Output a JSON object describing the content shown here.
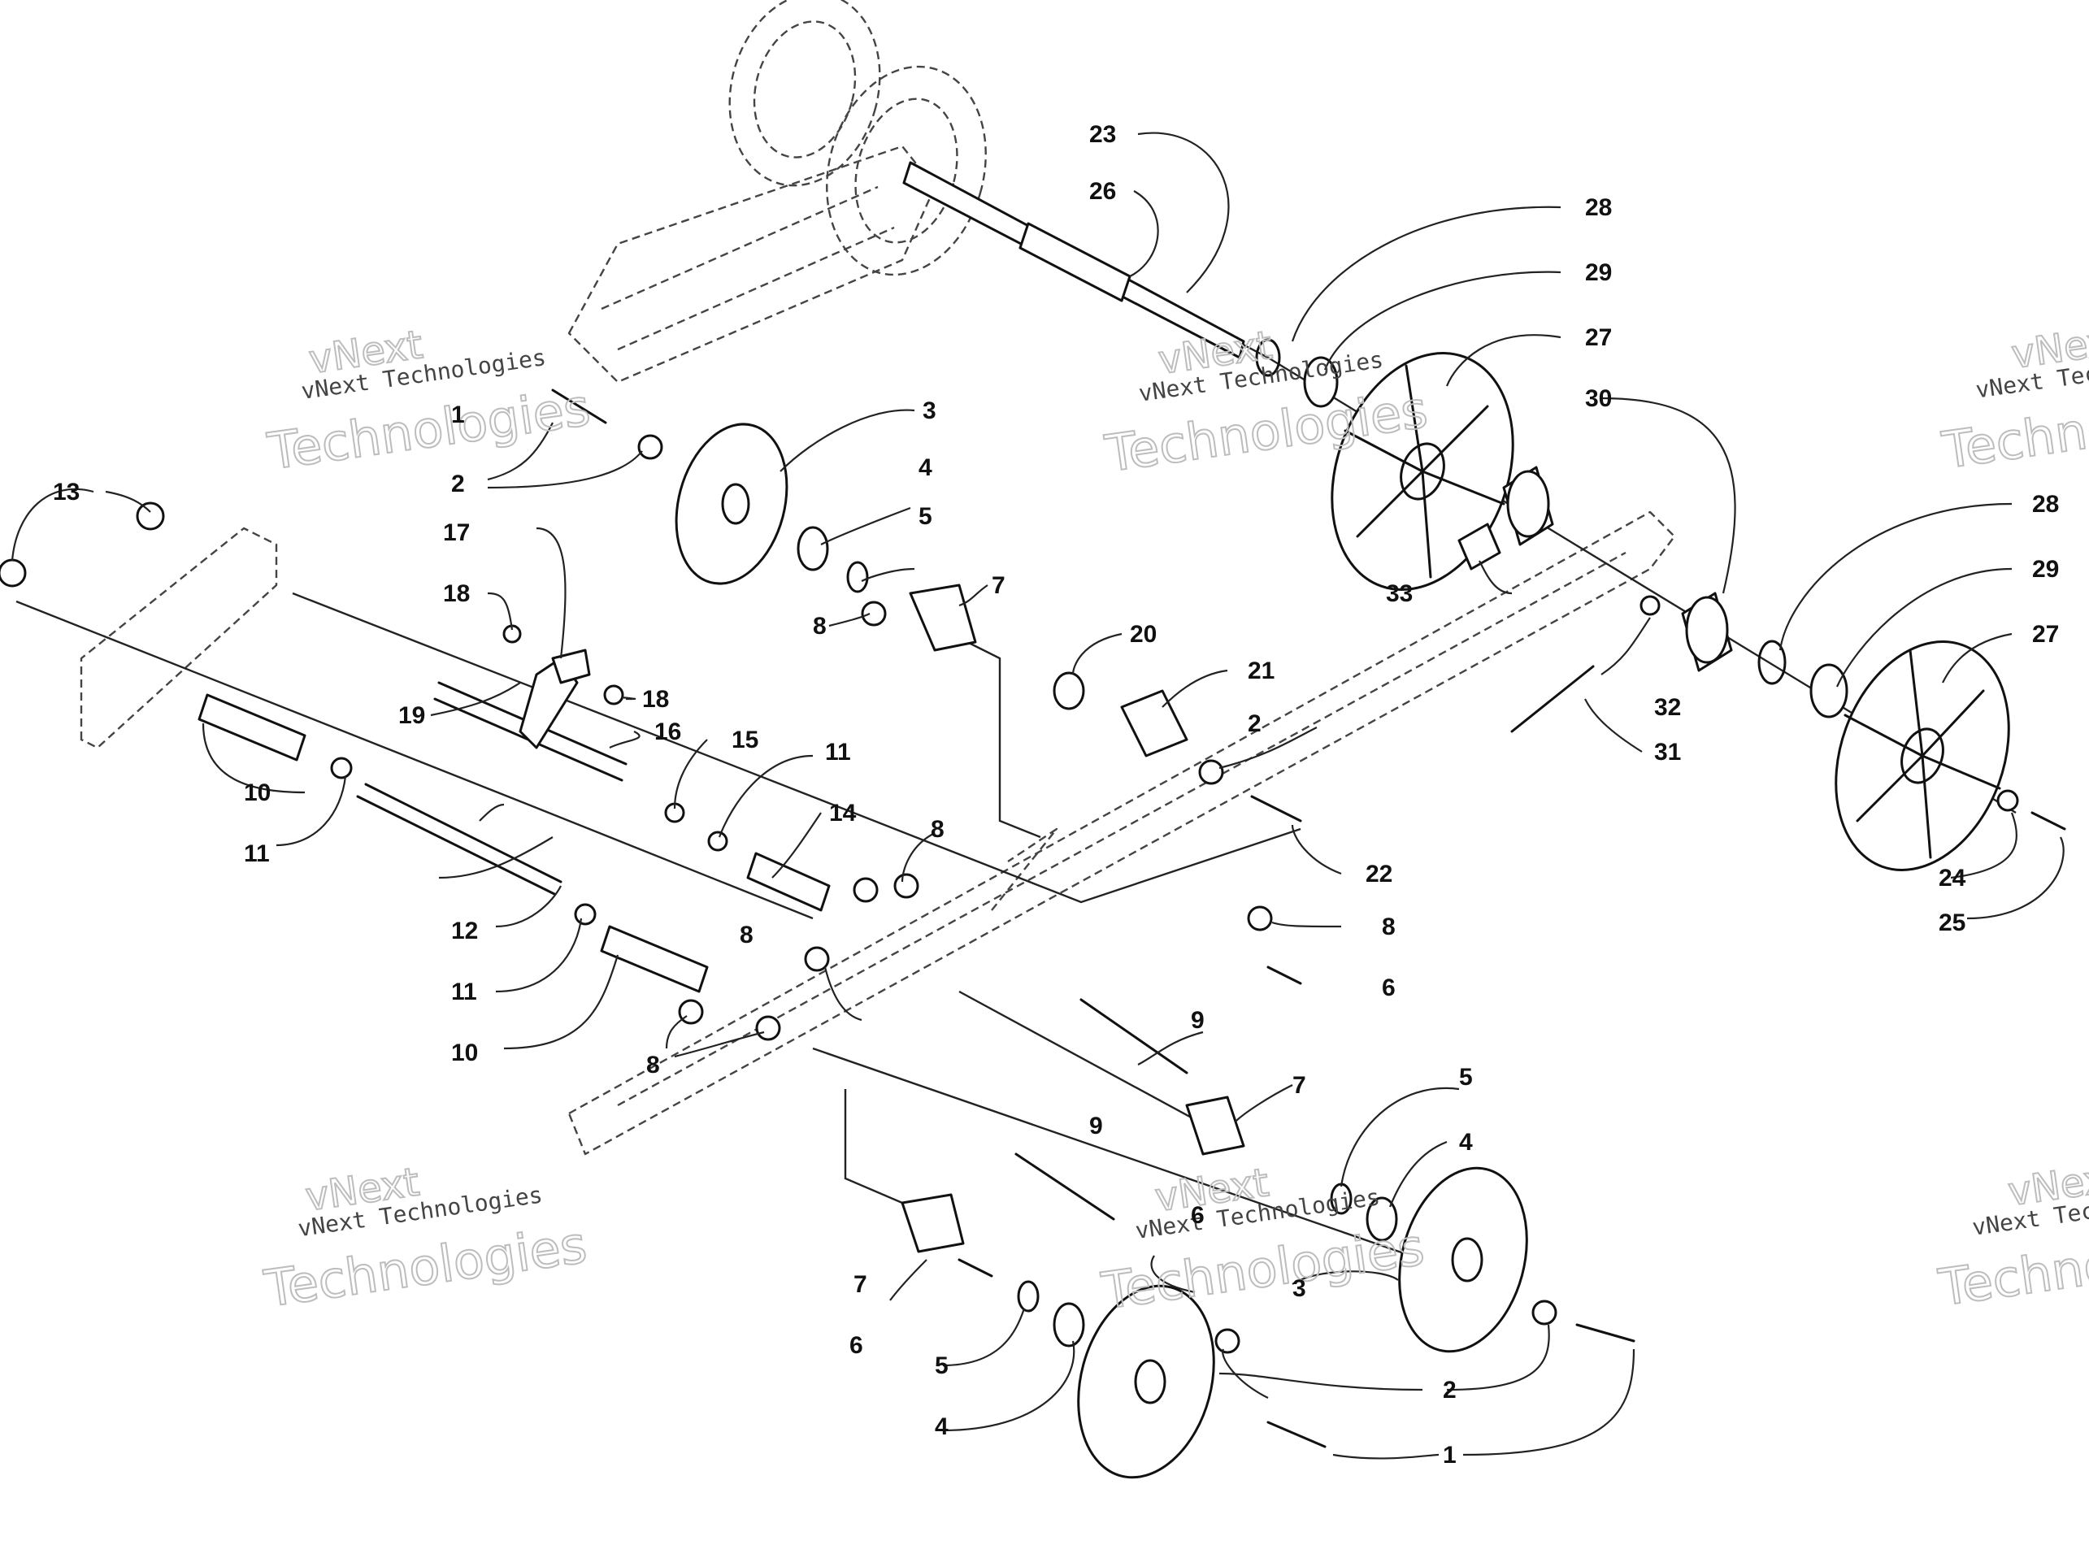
{
  "watermark": {
    "line1": "vNext",
    "line2": "vNext Technologies",
    "line3": "Technologies"
  },
  "callouts": [
    "1",
    "2",
    "3",
    "4",
    "5",
    "6",
    "7",
    "8",
    "9",
    "10",
    "11",
    "12",
    "13",
    "14",
    "15",
    "16",
    "17",
    "18",
    "19",
    "20",
    "21",
    "22",
    "23",
    "24",
    "25",
    "26",
    "27",
    "28",
    "29",
    "30",
    "31",
    "32",
    "33"
  ],
  "colors": {
    "ink": "#111111",
    "watermark": "#bdbdbd",
    "background": "#ffffff"
  }
}
